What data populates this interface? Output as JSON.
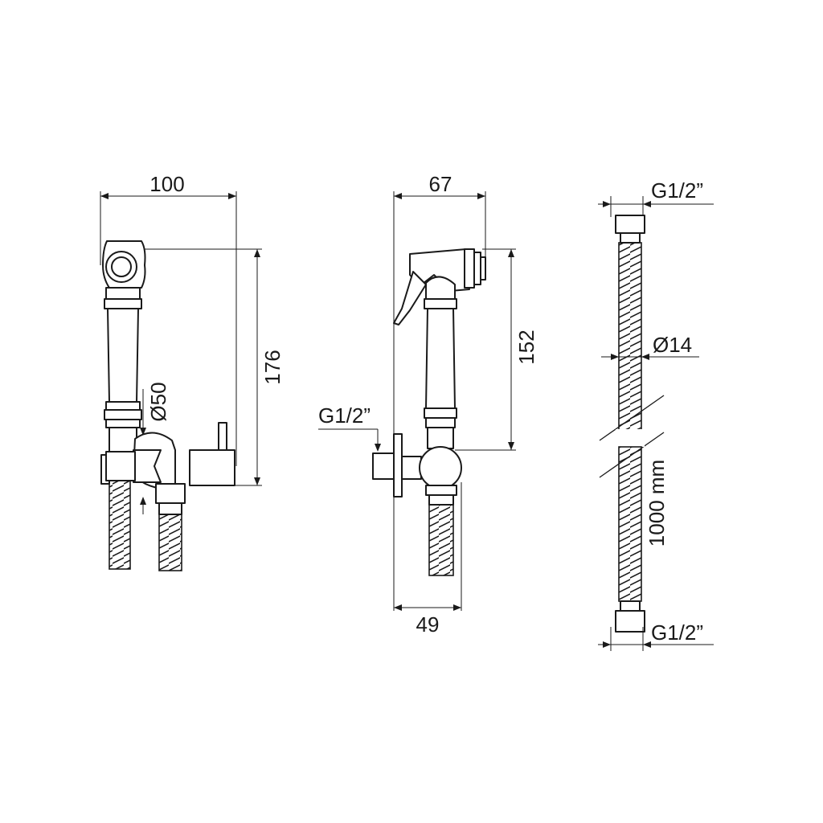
{
  "views": {
    "front": {
      "width_dim": "100",
      "height_dim": "176",
      "diameter_dim": "Ø50"
    },
    "side": {
      "width_top_dim": "67",
      "height_dim": "152",
      "thread_dim": "G1/2”",
      "width_bottom_dim": "49"
    },
    "hose": {
      "top_thread_dim": "G1/2”",
      "diameter_dim": "Ø14",
      "length_dim": "1000 mm",
      "bottom_thread_dim": "G1/2”"
    }
  },
  "colors": {
    "line": "#1a1a1a",
    "background": "#ffffff"
  }
}
